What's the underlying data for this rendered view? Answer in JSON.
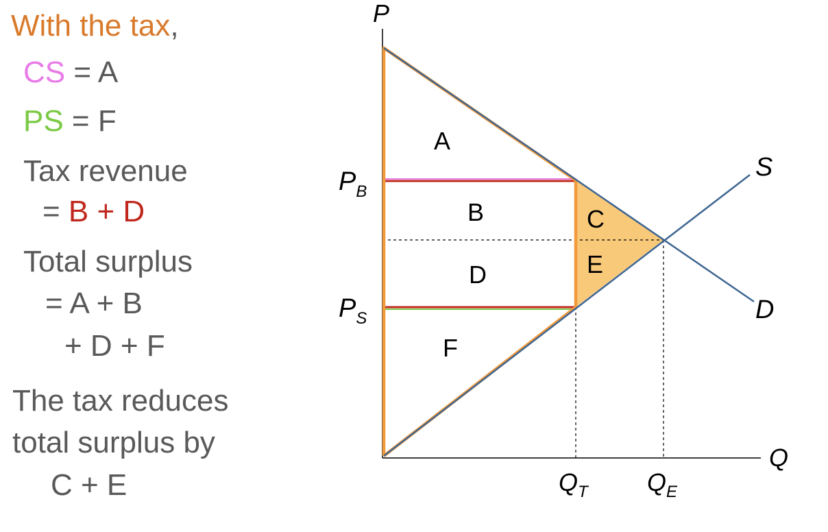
{
  "summary": {
    "heading_main": "With the tax",
    "heading_comma": ",",
    "cs_label": "CS",
    "cs_value": " = A",
    "ps_label": "PS",
    "ps_value": " = F",
    "tax_revenue_label": "Tax revenue",
    "tax_revenue_eq": "= ",
    "tax_revenue_value": "B + D",
    "total_surplus_label": "Total surplus",
    "total_surplus_line1": "= A + B",
    "total_surplus_line2": "+ D + F",
    "conclusion_line1": "The tax reduces",
    "conclusion_line2": "total surplus by",
    "conclusion_line3": "C + E"
  },
  "diagram": {
    "axis_y_label": "P",
    "axis_x_label": "Q",
    "supply_label": "S",
    "demand_label": "D",
    "price_buyers": {
      "main": "P",
      "sub": "B"
    },
    "price_sellers": {
      "main": "P",
      "sub": "S"
    },
    "quantity_tax": {
      "main": "Q",
      "sub": "T"
    },
    "quantity_eq": {
      "main": "Q",
      "sub": "E"
    },
    "areas": [
      "A",
      "B",
      "C",
      "D",
      "E",
      "F"
    ],
    "colors": {
      "orange": "#f29a3a",
      "deadweight_fill": "#f9c97a",
      "curve": "#3e6591",
      "red": "#c0281e",
      "pink": "#e87be8",
      "green": "#7ac943"
    }
  }
}
